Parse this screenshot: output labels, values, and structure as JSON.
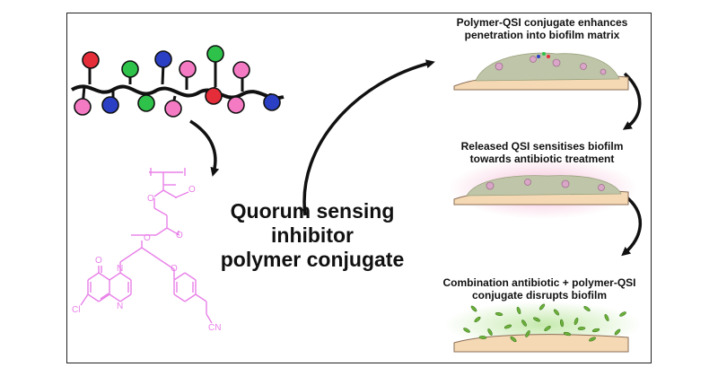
{
  "title": {
    "line1": "Quorum sensing",
    "line2": "inhibitor",
    "line3": "polymer conjugate"
  },
  "steps": [
    {
      "line1": "Polymer-QSI conjugate enhances",
      "line2": "penetration into biofilm matrix"
    },
    {
      "line1": "Released QSI sensitises biofilm",
      "line2": "towards antibiotic treatment"
    },
    {
      "line1": "Combination antibiotic + polymer-QSI",
      "line2": "conjugate disrupts biofilm"
    }
  ],
  "molecule": {
    "atoms": {
      "o": "O",
      "n": "N",
      "cl": "Cl",
      "cn": "CN"
    }
  },
  "colors": {
    "structure": "#e880e8",
    "ball_red": "#e52d3a",
    "ball_green": "#2ec24a",
    "ball_blue": "#2b3fc4",
    "ball_pink": "#f57ac4",
    "surface": "#f5d9b4",
    "biofilm": "#bfc5a8",
    "bacteria": "#6cb23a"
  }
}
